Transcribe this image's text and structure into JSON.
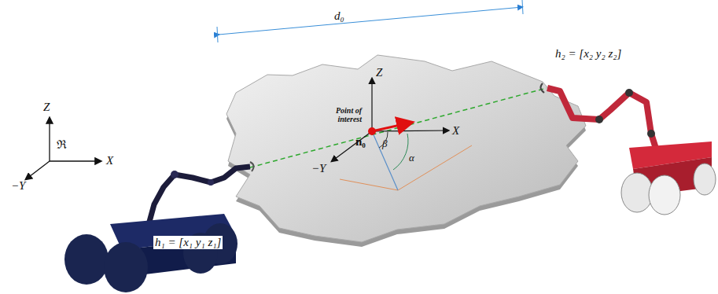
{
  "diagram": {
    "labels": [
      "Z",
      "X",
      "−Y",
      "ℜ",
      "d₀",
      "Point of interest",
      "n₀",
      "Z",
      "X",
      "−Y",
      "β",
      "α",
      "h₁ = [x₁   y₁   z₁]",
      "h₂ = [x₂   y₂   z₂]"
    ]
  }
}
